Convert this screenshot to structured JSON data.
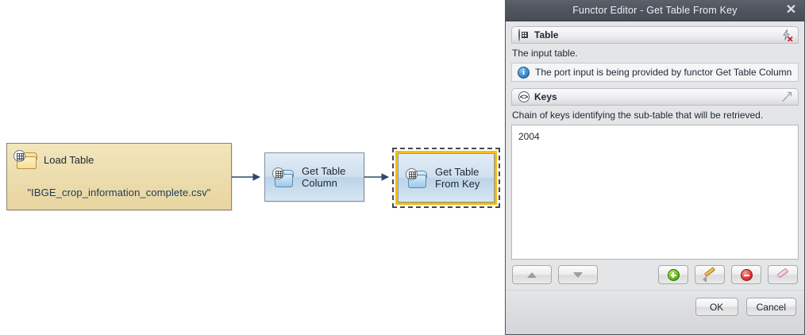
{
  "canvas": {
    "nodes": [
      {
        "id": "load-table",
        "title": "Load Table",
        "subtitle": "\"IBGE_crop_information_complete.csv\"",
        "icon": "folder-table-icon",
        "selected": false
      },
      {
        "id": "get-table-column",
        "title_line1": "Get Table",
        "title_line2": "Column",
        "icon": "cube-table-icon",
        "selected": false
      },
      {
        "id": "get-table-from-key",
        "title_line1": "Get Table",
        "title_line2": "From Key",
        "icon": "cube-table-icon",
        "selected": true
      }
    ],
    "selection_color": "#f5bd14",
    "edge_color": "#2b4a6b"
  },
  "dialog": {
    "title": "Functor Editor - Get Table From Key",
    "close_label": "✕",
    "titlebar_color": "#4f545d",
    "sections": [
      {
        "id": "table-section",
        "icon": "table-icon",
        "title": "Table",
        "action_icon": "disconnect-port-icon",
        "description": "The input table.",
        "info_icon": "info-icon",
        "info_message": "The port input is being provided by functor Get Table Column"
      },
      {
        "id": "keys-section",
        "icon": "code-brackets-icon",
        "title": "Keys",
        "action_icon": "link-port-icon",
        "description": "Chain of keys identifying the sub-table that will be retrieved."
      }
    ],
    "keys_list": {
      "items": [
        "2004"
      ]
    },
    "list_toolbar": [
      {
        "id": "move-up",
        "icon": "triangle-up-icon",
        "label": ""
      },
      {
        "id": "move-down",
        "icon": "triangle-down-icon",
        "label": ""
      },
      {
        "id": "add",
        "icon": "add-icon",
        "label": ""
      },
      {
        "id": "edit",
        "icon": "pencil-icon",
        "label": ""
      },
      {
        "id": "remove",
        "icon": "remove-icon",
        "label": ""
      },
      {
        "id": "clear",
        "icon": "eraser-icon",
        "label": ""
      }
    ],
    "footer": {
      "ok_label": "OK",
      "cancel_label": "Cancel"
    }
  }
}
